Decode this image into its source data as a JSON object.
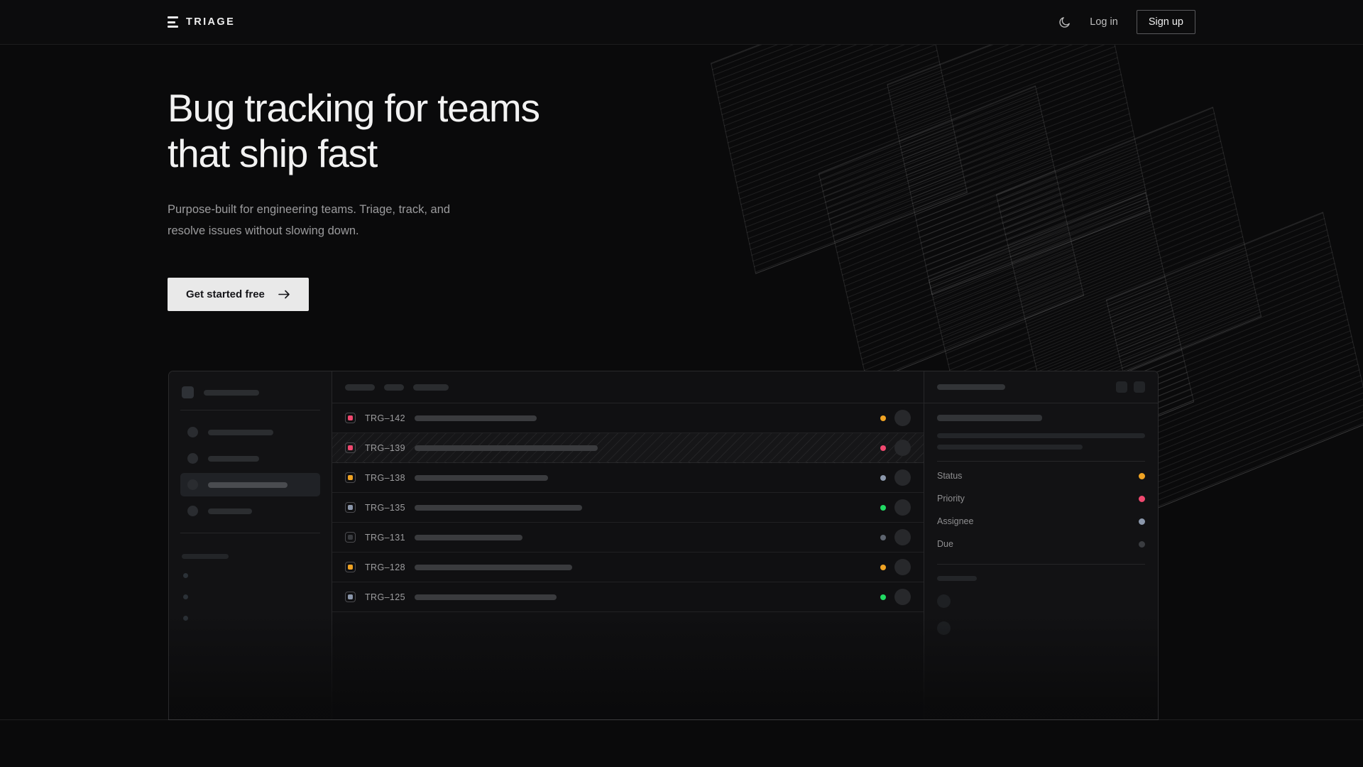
{
  "header": {
    "brand": "TRIAGE",
    "theme_toggle_icon": "moon-icon",
    "login_label": "Log in",
    "signup_label": "Sign up"
  },
  "hero": {
    "title": "Bug tracking for teams\nthat ship fast",
    "subtitle": "Purpose-built for engineering teams. Triage, track, and\nresolve issues without slowing down.",
    "cta_label": "Get started free",
    "cta_icon": "arrow-right-icon"
  },
  "colors": {
    "page_bg": "#0a0a0b",
    "panel_bg": "#121214",
    "accent_pink": "#f0486f",
    "accent_orange": "#f0a323",
    "accent_green": "#21da63",
    "accent_slate": "#8b97ab",
    "accent_gray": "#3a3c40",
    "cta_bg": "#e9e9e9",
    "text_primary": "#f2f2f2",
    "text_muted": "#9b9b9d"
  },
  "mockup": {
    "sidebar": {
      "brand_skeleton_width": 78,
      "nav_items": [
        {
          "width": 92,
          "active": false
        },
        {
          "width": 72,
          "active": false
        },
        {
          "width": 112,
          "active": true
        },
        {
          "width": 62,
          "active": false
        }
      ],
      "section_dots": 3
    },
    "toolbar": {
      "chips": [
        42,
        28,
        50
      ]
    },
    "list": {
      "rows": [
        {
          "id": "TRG–142",
          "priority_color": "#f0486f",
          "title_width": 172,
          "status_color": "#f0a323",
          "highlighted": false
        },
        {
          "id": "TRG–139",
          "priority_color": "#f0486f",
          "title_width": 258,
          "status_color": "#f0486f",
          "highlighted": true
        },
        {
          "id": "TRG–138",
          "priority_color": "#f0a323",
          "title_width": 188,
          "status_color": "#8b97ab",
          "highlighted": false
        },
        {
          "id": "TRG–135",
          "priority_color": "#8b97ab",
          "title_width": 236,
          "status_color": "#21da63",
          "highlighted": false
        },
        {
          "id": "TRG–131",
          "priority_color": "#3a3c40",
          "title_width": 152,
          "status_color": "#5d646f",
          "highlighted": false
        },
        {
          "id": "TRG–128",
          "priority_color": "#f0a323",
          "title_width": 222,
          "status_color": "#f0a323",
          "highlighted": false
        },
        {
          "id": "TRG–125",
          "priority_color": "#8b97ab",
          "title_width": 200,
          "status_color": "#21da63",
          "highlighted": false
        }
      ]
    },
    "detail": {
      "title_skeleton_width": 96,
      "header_buttons": 2,
      "body_title_width": 148,
      "body_line_widths": [
        293,
        205
      ],
      "fields": [
        {
          "label": "Status",
          "color": "#f0a323"
        },
        {
          "label": "Priority",
          "color": "#f0486f"
        },
        {
          "label": "Assignee",
          "color": "#8b97ab"
        },
        {
          "label": "Due",
          "color": "#3a3c40"
        }
      ],
      "comments_label_width": 56,
      "comment_avatars": 2
    }
  }
}
